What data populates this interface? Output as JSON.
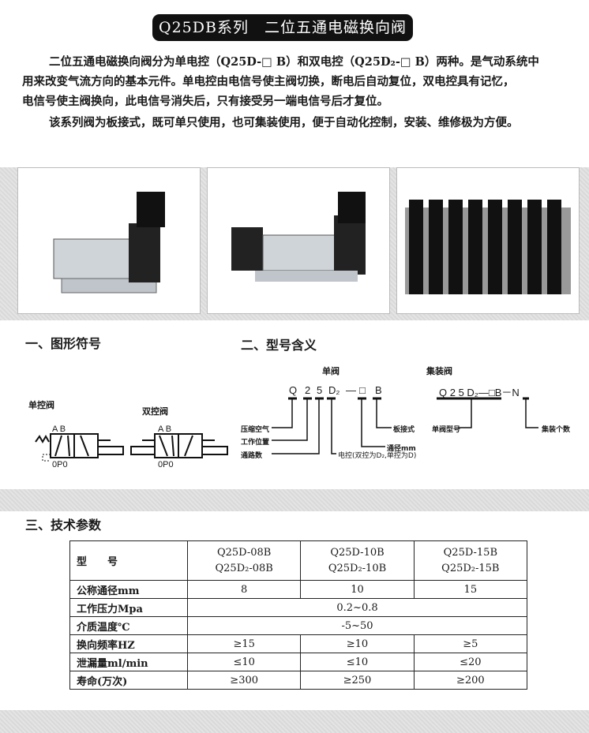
{
  "title": "Q25DB系列　二位五通电磁换向阀",
  "intro": [
    "二位五通电磁换向阀分为单电控（Q25D-□ B）和双电控（Q25D₂-□ B）两种。是气动系统中",
    "用来改变气流方向的基本元件。单电控由电信号使主阀切换，断电后自动复位，双电控具有记忆，",
    "电信号使主阀换向，此电信号消失后，只有接受另一端电信号后才复位。",
    "该系列阀为板接式，既可单只使用，也可集装使用，便于自动化控制，安装、维修极为方便。"
  ],
  "section1": {
    "heading": "一、图形符号",
    "single_label": "单控阀",
    "double_label": "双控阀",
    "ports_top": "A B",
    "ports_bottom": "0P0"
  },
  "section2": {
    "heading": "二、型号含义",
    "single": {
      "label": "单阀",
      "code": [
        "Q",
        "2",
        "5",
        "D₂",
        "—",
        "□",
        "B"
      ],
      "notes": [
        "压缩空气",
        "工作位置",
        "通路数",
        "电控(双控为D₂,单控为D)",
        "通径mm",
        "板接式"
      ]
    },
    "manifold": {
      "label": "集装阀",
      "code": "Q 2 5 D₂—□B－N",
      "notes": [
        "单阀型号",
        "集装个数"
      ]
    }
  },
  "section3": {
    "heading": "三、技术参数",
    "header": [
      "型　　号",
      "Q25D-08B\nQ25D₂-08B",
      "Q25D-10B\nQ25D₂-10B",
      "Q25D-15B\nQ25D₂-15B"
    ],
    "rows": [
      {
        "label": "公称通径mm",
        "values": [
          "8",
          "10",
          "15"
        ]
      },
      {
        "label": "工作压力Mpa",
        "span": "0.2~0.8"
      },
      {
        "label": "介质温度℃",
        "span": "-5~50"
      },
      {
        "label": "换向频率HZ",
        "values": [
          "≥15",
          "≥10",
          "≥5"
        ]
      },
      {
        "label": "泄漏量ml/min",
        "values": [
          "≤10",
          "≤10",
          "≤20"
        ]
      },
      {
        "label": "寿命(万次)",
        "values": [
          "≥300",
          "≥250",
          "≥200"
        ]
      }
    ]
  }
}
